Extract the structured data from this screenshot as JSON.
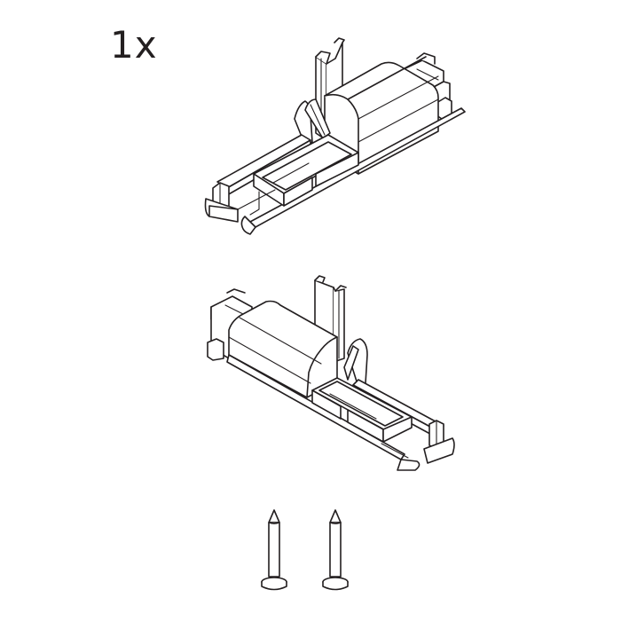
{
  "diagram": {
    "quantity_label": "1x",
    "parts": [
      {
        "id": "connector-1",
        "description": "T-connector, orientation A (body right, clamp left)"
      },
      {
        "id": "connector-2",
        "description": "T-connector, orientation B (body left, clamp right)"
      },
      {
        "id": "screw-1",
        "description": "pan-head screw"
      },
      {
        "id": "screw-2",
        "description": "pan-head screw"
      }
    ],
    "colors": {
      "line": "#231f20",
      "background": "#ffffff"
    }
  }
}
